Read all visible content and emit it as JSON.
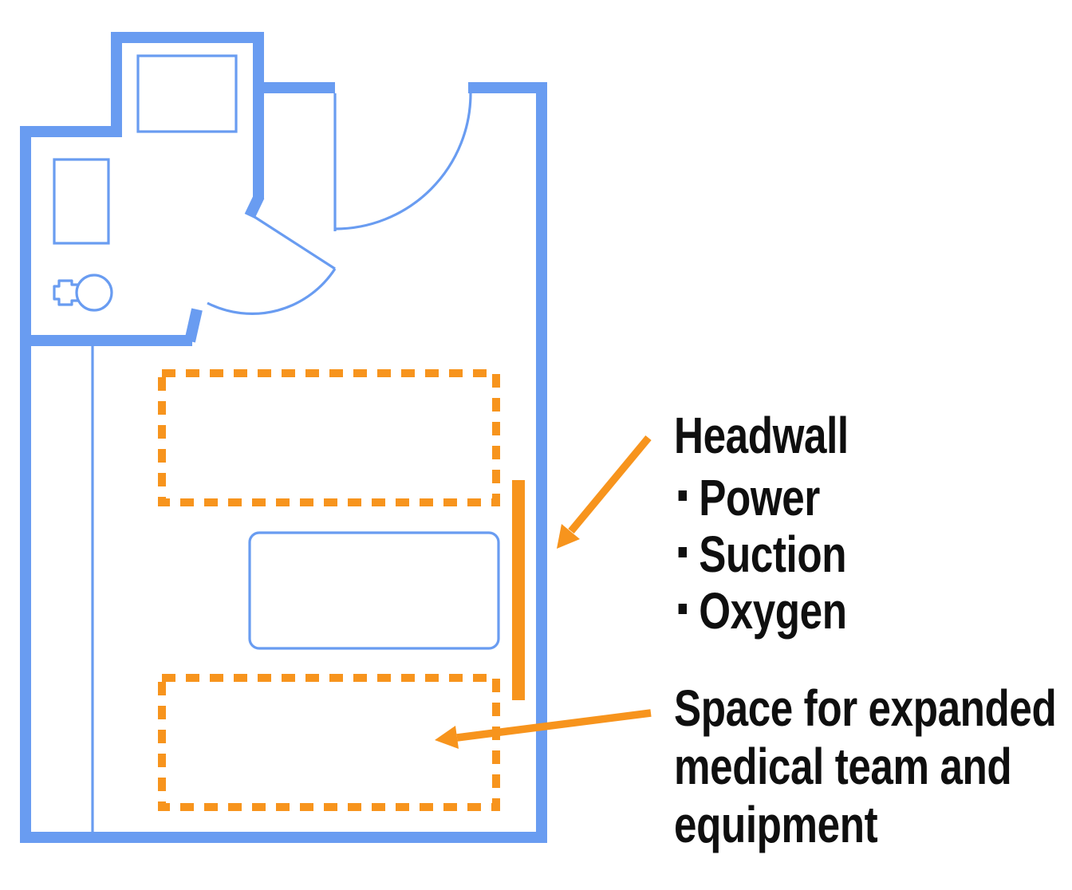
{
  "colors": {
    "wall_blue": "#699CF1",
    "accent_orange": "#F7941D",
    "text_black": "#0f0f0f",
    "bg_white": "#ffffff"
  },
  "annotations": {
    "headwall": {
      "title": "Headwall",
      "items": [
        "Power",
        "Suction",
        "Oxygen"
      ]
    },
    "space": {
      "lines": [
        "Space for expanded",
        "medical team and",
        "equipment"
      ]
    }
  }
}
